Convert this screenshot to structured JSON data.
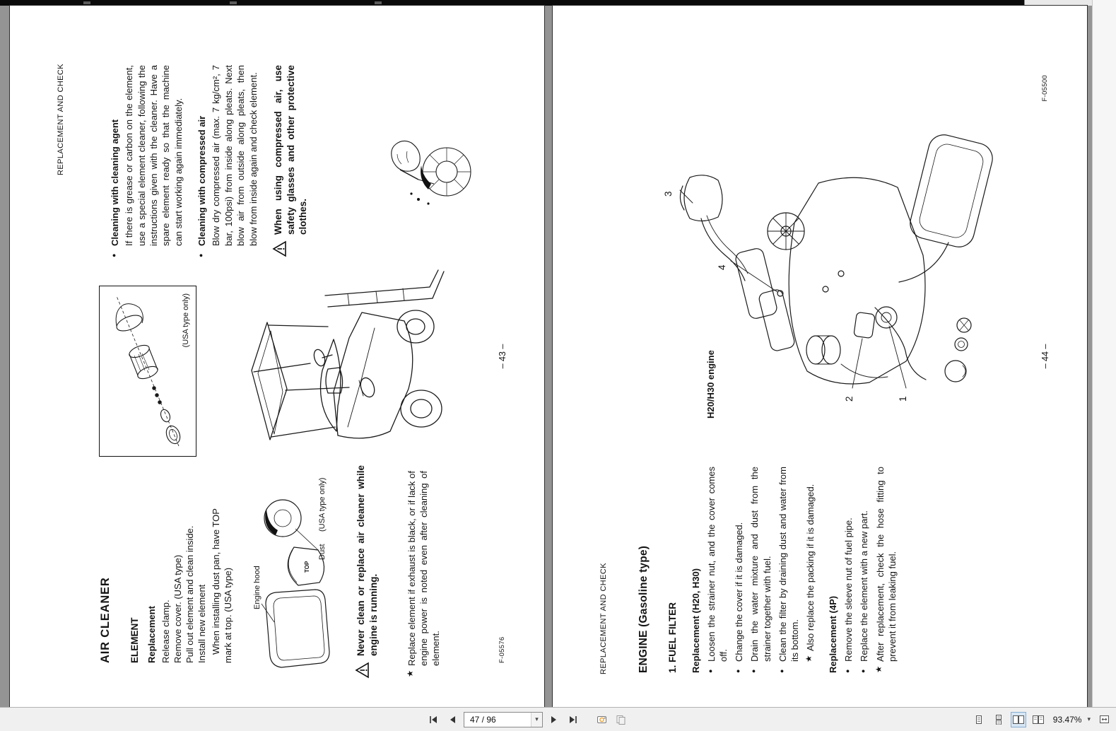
{
  "glyphs": {
    "bullet": "●",
    "star": "★",
    "caret": "▾"
  },
  "chrome": {
    "page_field": "47 / 96",
    "zoom_level": "93.47%"
  },
  "left_page": {
    "header": "REPLACEMENT AND CHECK",
    "title": "AIR CLEANER",
    "section": "ELEMENT",
    "replacement_heading": "Replacement",
    "steps": [
      "Release clamp.",
      "Remove cover. (USA type)",
      "Pull out element and clean inside.",
      "Install new element"
    ],
    "install_note": "When installing dust pan, have TOP mark at top. (USA type)",
    "exploded_fig_caption": "(USA type only)",
    "hood_fig": {
      "engine_hood_label": "Engine hood",
      "top_mark_label": "TOP",
      "dust_label": "Dust",
      "usa_label": "(USA type only)"
    },
    "warning_never_clean": "Never clean or replace air cleaner while engine is running.",
    "star_replace_element": "Replace element if exhaust is black, or if lack of engine power is noted even after cleaning of element.",
    "cleaning_agent_heading": "Cleaning with cleaning agent",
    "cleaning_agent_body": "If there is grease or carbon on the element, use a special element cleaner, following the instructions given with the cleaner. Have a spare element ready so that the machine can start working again immediately.",
    "compressed_air_heading": "Cleaning with compressed air",
    "compressed_air_body": "Blow dry compressed air (max. 7 kg/cm², 7 bar, 100psi) from inside along pleats. Next blow air from outside along pleats, then blow from inside again and check element.",
    "warning_compressed_air": "When using compressed air, use safety glasses and other protective clothes.",
    "page_number": "– 43 –",
    "figure_code": "F-05576"
  },
  "right_page": {
    "header": "REPLACEMENT AND CHECK",
    "title": "ENGINE (Gasoline type)",
    "section": "1. FUEL FILTER",
    "replacement_h20_heading": "Replacement (H20, H30)",
    "h20_bullets": [
      "Loosen the strainer nut, and the cover comes off.",
      "Change the cover if it is damaged.",
      "Drain the water mixture and dust from the strainer together with fuel.",
      "Clean the filter by draining dust and water from its bottom."
    ],
    "h20_star_note": "Also replace the packing if it is damaged.",
    "replacement_4p_heading": "Replacement (4P)",
    "p4_bullets": [
      "Remove the sleeve nut of fuel pipe.",
      "Replace the element with a new part."
    ],
    "p4_star_note": "After replacement, check the hose fitting to prevent it from leaking fuel.",
    "engine_fig_label": "H20/H30 engine",
    "callouts": {
      "c1": "1",
      "c2": "2",
      "c3": "3",
      "c4": "4"
    },
    "page_number": "– 44 –",
    "figure_code": "F-05500"
  }
}
